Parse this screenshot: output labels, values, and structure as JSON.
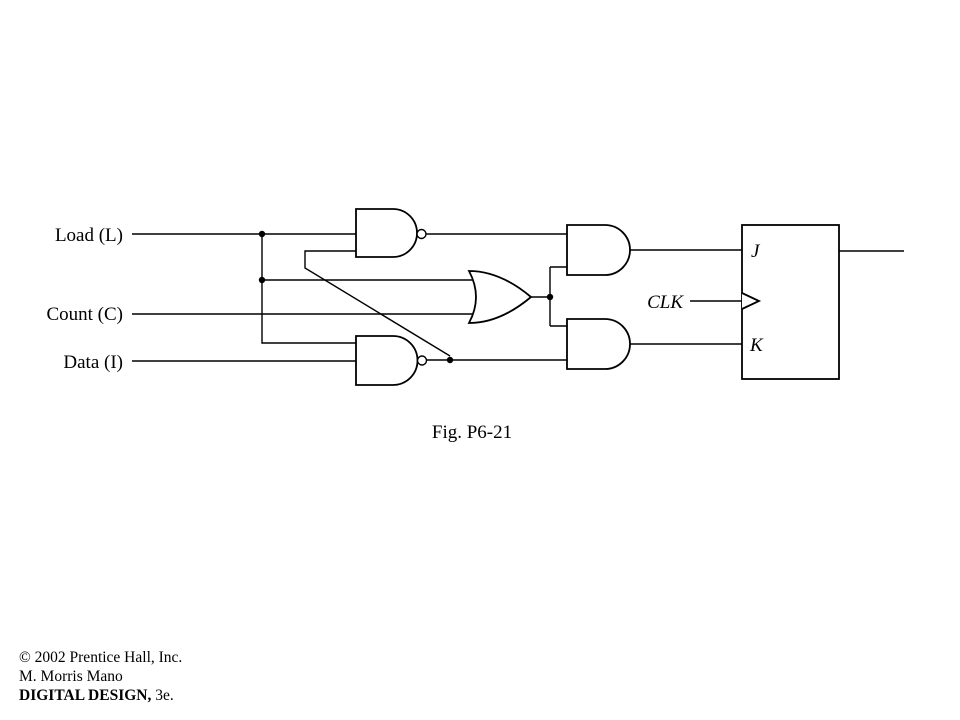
{
  "inputs": {
    "load": "Load (L)",
    "count": "Count (C)",
    "data": "Data (I)"
  },
  "flipflop": {
    "j": "J",
    "k": "K",
    "clk": "CLK"
  },
  "caption": "Fig. P6-21",
  "credits": {
    "copyright": "© 2002 Prentice Hall, Inc.",
    "author": "M. Morris Mano",
    "book_title": "DIGITAL DESIGN,",
    "edition": " 3e."
  }
}
